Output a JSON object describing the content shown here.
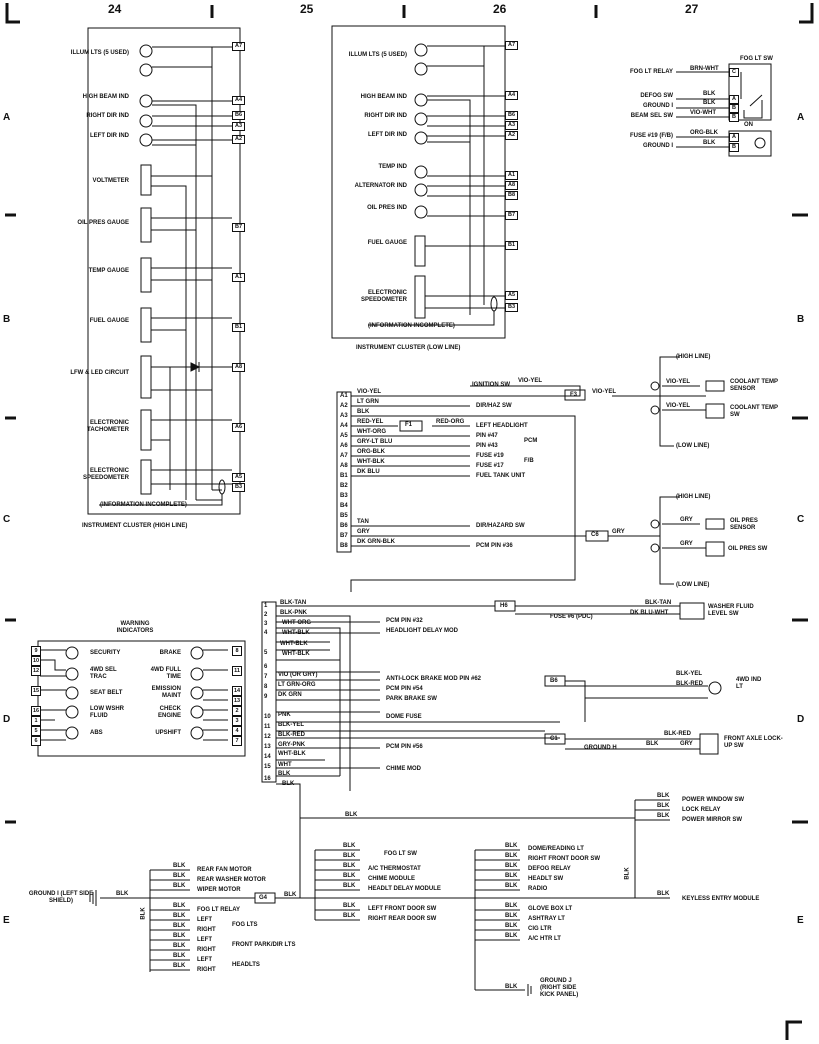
{
  "header": {
    "cols": [
      "24",
      "25",
      "26",
      "27"
    ]
  },
  "rows": [
    "A",
    "B",
    "C",
    "D",
    "E"
  ],
  "high_cluster": {
    "caption": "INSTRUMENT CLUSTER (HIGH LINE)",
    "note": "(INFORMATION INCOMPLETE)",
    "labels": [
      "ILLUM LTS (5 USED)",
      "HIGH BEAM IND",
      "RIGHT DIR IND",
      "LEFT DIR IND",
      "VOLTMETER",
      "OIL PRES GAUGE",
      "TEMP GAUGE",
      "FUEL GAUGE",
      "LFW & LED CIRCUIT",
      "ELECTRONIC TACHOMETER",
      "ELECTRONIC SPEEDOMETER"
    ],
    "pins": [
      "A7",
      "A4",
      "B6",
      "A3",
      "A2",
      "B7",
      "A1",
      "B1",
      "A8",
      "A6",
      "A5",
      "B3"
    ]
  },
  "low_cluster": {
    "caption": "INSTRUMENT CLUSTER (LOW LINE)",
    "note": "(INFORMATION INCOMPLETE)",
    "labels": [
      "ILLUM LTS (5 USED)",
      "HIGH BEAM IND",
      "RIGHT DIR IND",
      "LEFT DIR IND",
      "TEMP IND",
      "ALTERNATOR IND",
      "OIL PRES IND",
      "FUEL GAUGE",
      "ELECTRONIC SPEEDOMETER"
    ],
    "pins": [
      "A7",
      "A4",
      "B6",
      "A3",
      "A2",
      "A1",
      "A8",
      "B8",
      "B7",
      "B1",
      "A5",
      "B3"
    ]
  },
  "fog_sw": {
    "title": "FOG LT SW",
    "left": [
      "FOG LT RELAY",
      "DEFOG SW",
      "GROUND I",
      "BEAM SEL SW",
      "FUSE #19 (F/B)",
      "GROUND I"
    ],
    "wires": [
      "BRN-WHT",
      "BLK",
      "BLK",
      "VIO-WHT",
      "ORG-BLK",
      "BLK"
    ],
    "pins": [
      "C",
      "A",
      "B",
      "B",
      "A",
      "B"
    ],
    "on": "ON"
  },
  "c1001": {
    "pins": [
      "A1",
      "A2",
      "A3",
      "A4",
      "A5",
      "A6",
      "A7",
      "A8",
      "B1",
      "B2",
      "B3",
      "B4",
      "B5",
      "B6",
      "B7",
      "B8"
    ],
    "wires": [
      "VIO-YEL",
      "LT GRN",
      "BLK",
      "RED-YEL",
      "WHT-ORG",
      "GRY-LT BLU",
      "ORG-BLK",
      "WHT-BLK",
      "DK BLU",
      "",
      "",
      "",
      "",
      "TAN",
      "GRY",
      "DK GRN-BLK"
    ],
    "dest": [
      "IGNITION SW",
      "DIR/HAZ SW",
      "LEFT HEADLIGHT",
      "PIN #47",
      "PIN #43",
      "FUSE #19",
      "FUSE #17",
      "FUEL TANK UNIT",
      "DIR/HAZARD SW",
      "PCM PIN #36"
    ],
    "wire_top": "VIO-YEL",
    "wire_top2": "VIO-YEL",
    "red_org": "RED-ORG",
    "pcm": "PCM",
    "fb": "F/B",
    "f1": "F1",
    "f3": "F3",
    "c6": "C6",
    "gry": "GRY"
  },
  "coolant": {
    "high": "(HIGH LINE)",
    "low": "(LOW LINE)",
    "w1": "VIO-YEL",
    "w2": "VIO-YEL",
    "s1": "COOLANT TEMP SENSOR",
    "s2": "COOLANT TEMP SW"
  },
  "oilpres": {
    "high": "(HIGH LINE)",
    "low": "(LOW LINE)",
    "w1": "GRY",
    "w2": "GRY",
    "s1": "OIL PRES SENSOR",
    "s2": "OIL PRES SW"
  },
  "warning": {
    "title": "WARNING INDICATORS",
    "left": [
      {
        "n": "9",
        "l": "SECURITY"
      },
      {
        "n": "10",
        "l": ""
      },
      {
        "n": "12",
        "l": "4WD SEL TRAC"
      },
      {
        "n": "15",
        "l": "SEAT BELT"
      },
      {
        "n": "16",
        "l": "LOW WSHR FLUID"
      },
      {
        "n": "6",
        "l": "ABS"
      }
    ],
    "leftnums": [
      "9",
      "10",
      "12",
      "15",
      "16",
      "1",
      "5",
      "6"
    ],
    "right": [
      {
        "n": "8",
        "l": "BRAKE"
      },
      {
        "n": "11",
        "l": "4WD FULL TIME"
      },
      {
        "n": "14",
        "l": "EMISSION MAINT"
      },
      {
        "n": "3",
        "l": "CHECK ENGINE"
      },
      {
        "n": "7",
        "l": "UPSHIFT"
      }
    ],
    "rightnums": [
      "8",
      "11",
      "14",
      "13",
      "2",
      "3",
      "4",
      "7"
    ]
  },
  "c16": {
    "nums": [
      "1",
      "2",
      "3",
      "4",
      "5",
      "6",
      "7",
      "8",
      "9",
      "10",
      "11",
      "12",
      "13",
      "14",
      "15",
      "16"
    ],
    "wires": [
      "BLK-TAN",
      "BLK-PNK",
      "WHT-ORG",
      "WHT-BLK",
      "WHT-BLK",
      "WHT-BLK",
      "",
      "VIO (OR GRY)",
      "LT GRN-ORG",
      "DK GRN",
      "PNK",
      "BLK-YEL",
      "BLK-RED",
      "GRY-PNK",
      "WHT-BLK",
      "WHT",
      "BLK",
      "BLK"
    ],
    "dest": [
      "PCM PIN #32",
      "HEADLIGHT DELAY MOD",
      "ANTI-LOCK BRAKE MOD PIN #62",
      "PCM PIN #54",
      "PARK BRAKE SW",
      "DOME FUSE",
      "PCM PIN #56",
      "CHIME MOD"
    ]
  },
  "washer": {
    "h6": "H6",
    "w1": "BLK-TAN",
    "w2": "DK BLU-WHT",
    "fuse": "FUSE #6 (PDC)",
    "sw": "WASHER FLUID LEVEL SW"
  },
  "fourwd": {
    "b6": "B6",
    "w1": "BLK-YEL",
    "w2": "BLK-RED",
    "lt": "4WD IND LT",
    "c1": "C1",
    "w3": "BLK-RED",
    "gnd": "GROUND H",
    "w4": "BLK",
    "w5": "GRY",
    "sw": "FRONT AXLE LOCK-UP SW"
  },
  "grounds": {
    "ground_i": "GROUND I (LEFT SIDE SHIELD)",
    "g4": "G4",
    "blk": "BLK",
    "left": [
      "REAR FAN MOTOR",
      "REAR WASHER MOTOR",
      "WIPER MOTOR",
      "FOG LT RELAY",
      "LEFT",
      "RIGHT",
      "LEFT",
      "RIGHT",
      "LEFT",
      "RIGHT"
    ],
    "groups": [
      "FOG LTS",
      "FRONT PARK/DIR LTS",
      "HEADLTS"
    ],
    "mid": [
      "FOG LT SW",
      "A/C THERMOSTAT",
      "CHIME MODULE",
      "HEADLT DELAY MODULE",
      "LEFT FRONT DOOR SW",
      "RIGHT REAR DOOR SW"
    ],
    "right": [
      "DOME/READING LT",
      "RIGHT FRONT DOOR SW",
      "DEFOG RELAY",
      "HEADLT SW",
      "RADIO",
      "GLOVE BOX LT",
      "ASHTRAY LT",
      "CIG LTR",
      "A/C HTR LT"
    ],
    "far": [
      "POWER WINDOW SW",
      "LOCK RELAY",
      "POWER MIRROR SW",
      "KEYLESS ENTRY MODULE"
    ],
    "ground_j": "GROUND J (RIGHT SIDE KICK PANEL)"
  }
}
